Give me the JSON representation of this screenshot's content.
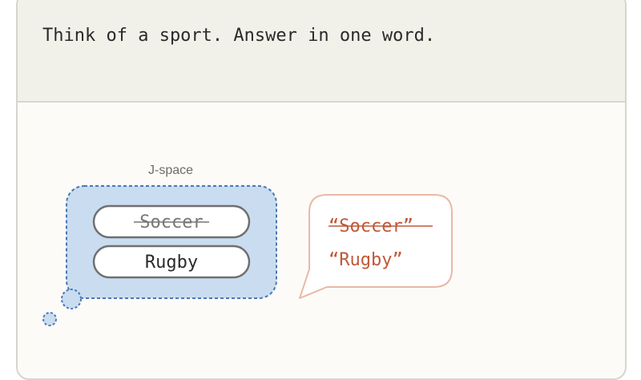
{
  "prompt": {
    "text": "Think of a sport. Answer in one word."
  },
  "thought": {
    "label": "J-space",
    "options": [
      {
        "text": "Soccer",
        "struck": true
      },
      {
        "text": "Rugby",
        "struck": false
      }
    ]
  },
  "speech": {
    "lines": [
      {
        "text": "“Soccer”",
        "struck": true
      },
      {
        "text": "“Rugby”",
        "struck": false
      }
    ]
  },
  "colors": {
    "thought_fill": "#c9dcf0",
    "thought_border": "#4a78b5",
    "option_border": "#707070",
    "speech_border": "#e9b9a6",
    "speech_text": "#c0583a",
    "struck_text": "#777777"
  }
}
